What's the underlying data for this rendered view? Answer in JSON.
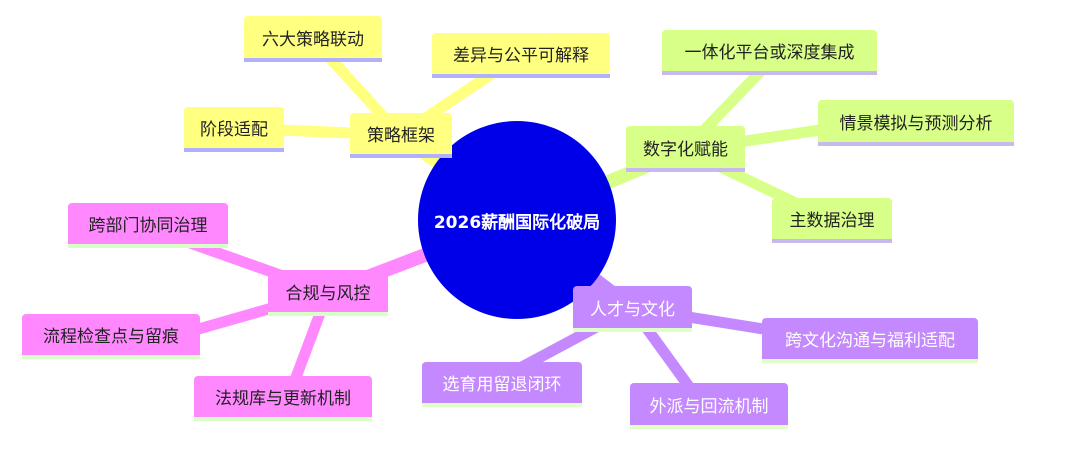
{
  "center": {
    "label": "2026薪酬国际化破局",
    "color": "#0000e8"
  },
  "branches": [
    {
      "label": "策略框架",
      "color": "#ffff80",
      "children": [
        "六大策略联动",
        "差异与公平可解释",
        "阶段适配"
      ]
    },
    {
      "label": "数字化赋能",
      "color": "#d8ff88",
      "children": [
        "一体化平台或深度集成",
        "情景模拟与预测分析",
        "主数据治理"
      ]
    },
    {
      "label": "合规与风控",
      "color": "#ff88ff",
      "children": [
        "跨部门协同治理",
        "流程检查点与留痕",
        "法规库与更新机制"
      ]
    },
    {
      "label": "人才与文化",
      "color": "#c488ff",
      "children": [
        "跨文化沟通与福利适配",
        "选育用留退闭环",
        "外派与回流机制"
      ]
    }
  ]
}
